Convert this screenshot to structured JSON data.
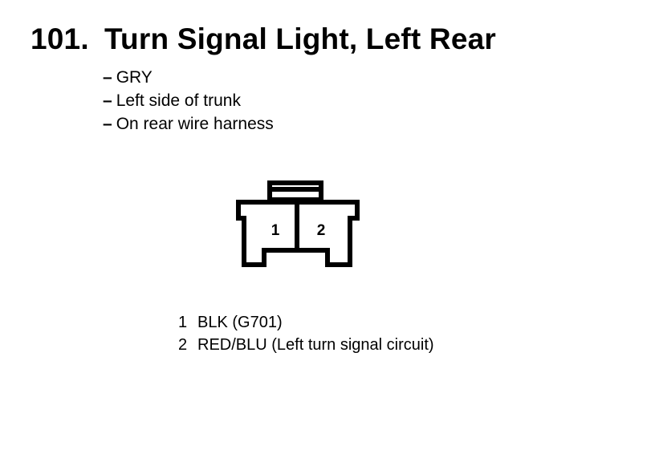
{
  "title": {
    "number": "101.",
    "text": "Turn Signal Light, Left Rear"
  },
  "details": [
    {
      "dash": "–",
      "text": "GRY"
    },
    {
      "dash": "–",
      "text": "Left side of trunk"
    },
    {
      "dash": "–",
      "text": "On rear wire harness"
    }
  ],
  "connector": {
    "pin_labels": [
      "1",
      "2"
    ]
  },
  "pins": [
    {
      "number": "1",
      "wire": "BLK (G701)"
    },
    {
      "number": "2",
      "wire": "RED/BLU (Left turn signal circuit)"
    }
  ]
}
